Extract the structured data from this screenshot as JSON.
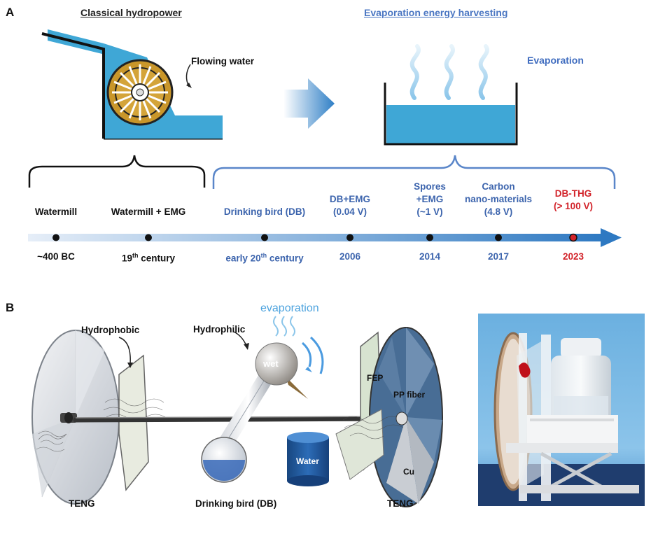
{
  "panel_a": {
    "label": "A",
    "classical_title": "Classical  hydropower",
    "evap_title": "Evaporation energy harvesting",
    "flowing_water": "Flowing water",
    "evaporation": "Evaporation"
  },
  "timeline": [
    {
      "top": "Watermill",
      "bottom": "~400 BC",
      "color": "black"
    },
    {
      "top": "Watermill + EMG",
      "bottom_main": "19",
      "bottom_sup": "th",
      "bottom_rest": " century",
      "color": "black"
    },
    {
      "top": "Drinking bird (DB)",
      "bottom_main": "early 20",
      "bottom_sup": "th",
      "bottom_rest": " century",
      "color": "blue"
    },
    {
      "top1": "DB+EMG",
      "top2": "(0.04 V)",
      "bottom": "2006",
      "color": "blue"
    },
    {
      "top1": "Spores",
      "top2": "+EMG",
      "top3": "(~1 V)",
      "bottom": "2014",
      "color": "blue"
    },
    {
      "top1": "Carbon",
      "top2": "nano-materials",
      "top3": "(4.8 V)",
      "bottom": "2017",
      "color": "blue"
    },
    {
      "top1": "DB-THG",
      "top2": "(> 100 V)",
      "bottom": "2023",
      "color": "red"
    }
  ],
  "panel_b": {
    "label": "B",
    "evaporation": "evaporation",
    "hydrophobic": "Hydrophobic",
    "hydrophilic": "Hydrophilic",
    "wet": "wet",
    "fep": "FEP",
    "pp_fiber": "PP fiber",
    "water": "Water",
    "cu": "Cu",
    "teng_left": "TENG",
    "teng_right": "TENG",
    "drinking_bird": "Drinking bird (DB)"
  },
  "colors": {
    "water": "#3fa7d6",
    "blue_text": "#3c64ad",
    "red_text": "#d2232a",
    "wheel_gold": "#c9962a"
  }
}
